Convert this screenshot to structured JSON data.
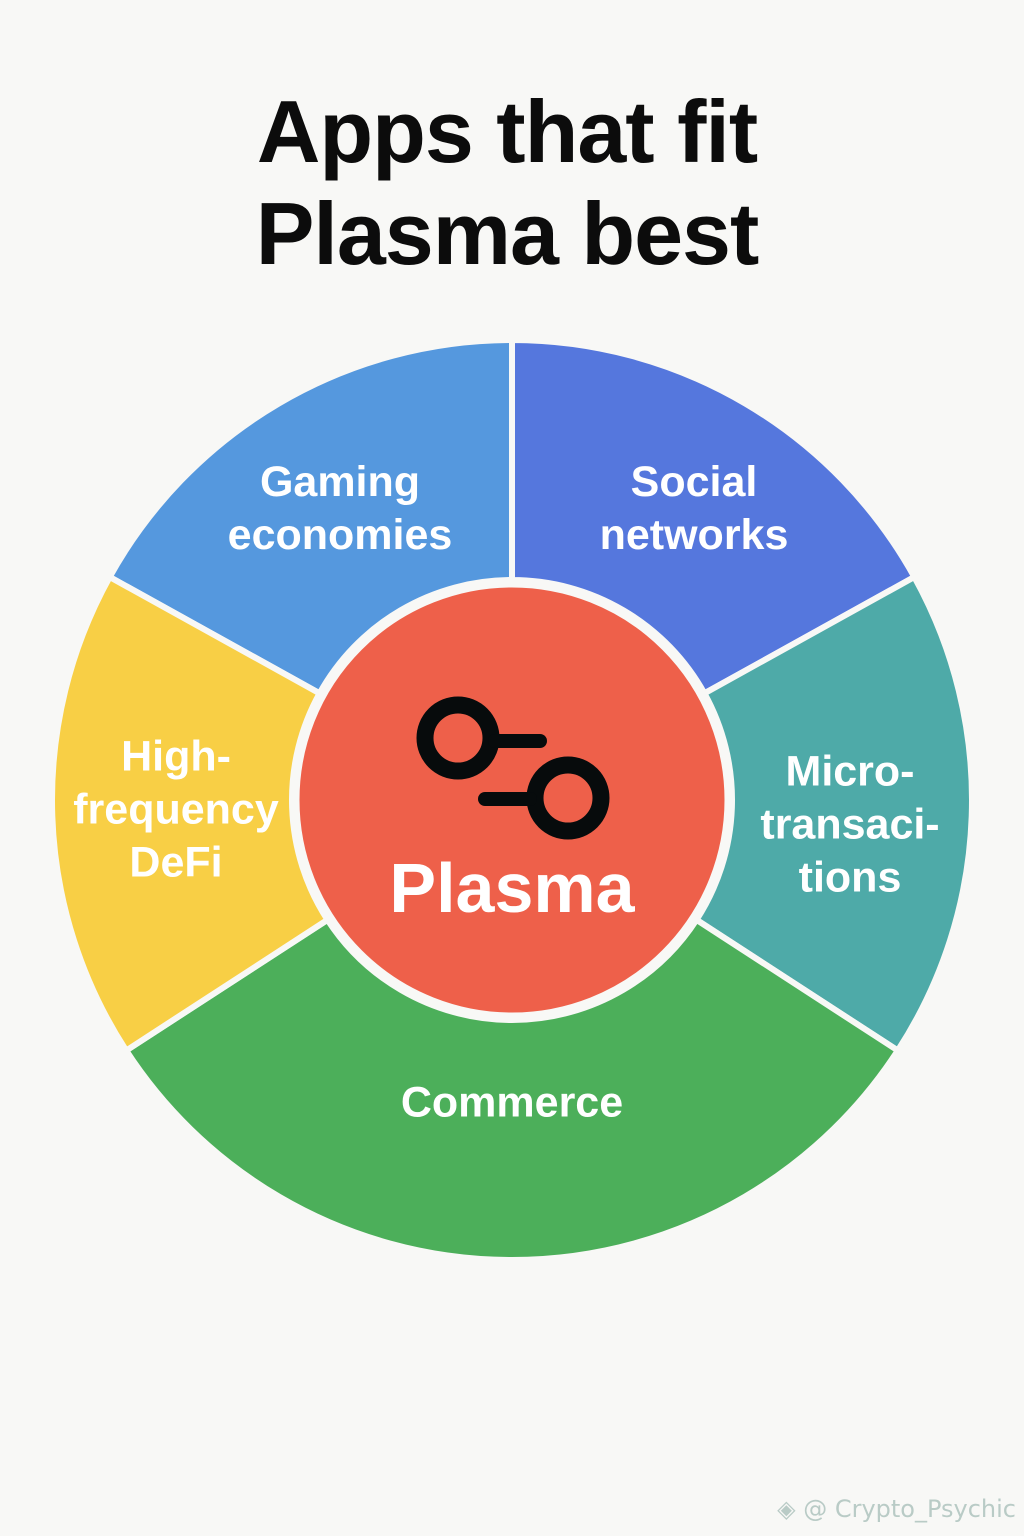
{
  "title": {
    "line1": "Apps that fit",
    "line2": "Plasma best"
  },
  "center": {
    "label": "Plasma",
    "icon": "plasma-link-icon",
    "color": "#ee604a"
  },
  "segments": [
    {
      "id": "gaming",
      "lines": [
        "Gaming",
        "economies"
      ],
      "color": "#5598de"
    },
    {
      "id": "social",
      "lines": [
        "Social",
        "networks"
      ],
      "color": "#5577dd"
    },
    {
      "id": "micro",
      "lines": [
        "Micro-",
        "transaci-",
        "tions"
      ],
      "color": "#4eaaa8"
    },
    {
      "id": "commerce",
      "lines": [
        "Commerce"
      ],
      "color": "#4caf5a"
    },
    {
      "id": "defi",
      "lines": [
        "High-",
        "frequency",
        "DeFi"
      ],
      "color": "#f8cf45"
    }
  ],
  "watermark": "@ Crypto_Psychic"
}
